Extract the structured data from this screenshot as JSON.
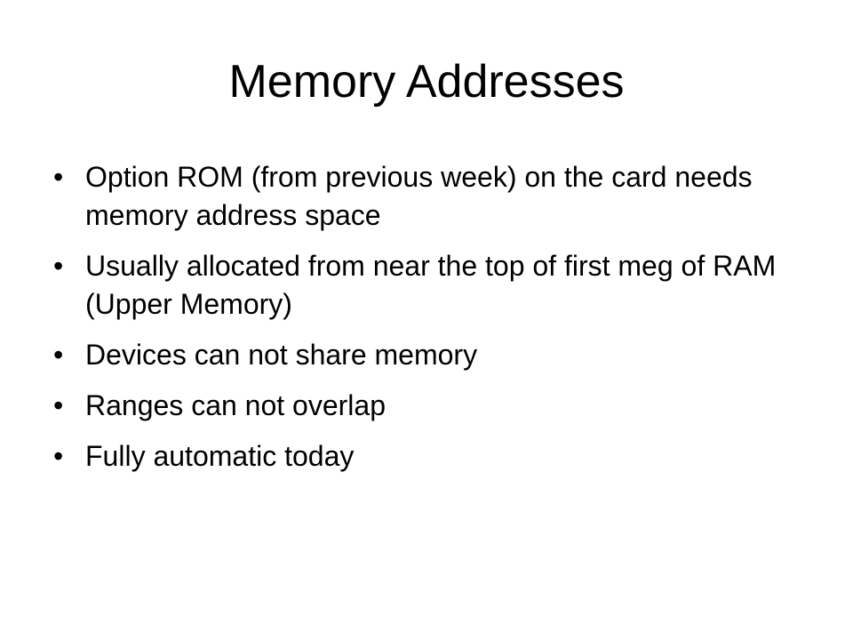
{
  "slide": {
    "title": "Memory Addresses",
    "bullet_symbol": "•",
    "bullets": [
      "Option ROM (from previous week) on the card needs memory address space",
      "Usually allocated from near the top of first meg of RAM (Upper Memory)",
      "Devices can not share memory",
      "Ranges can not overlap",
      "Fully automatic today"
    ]
  }
}
